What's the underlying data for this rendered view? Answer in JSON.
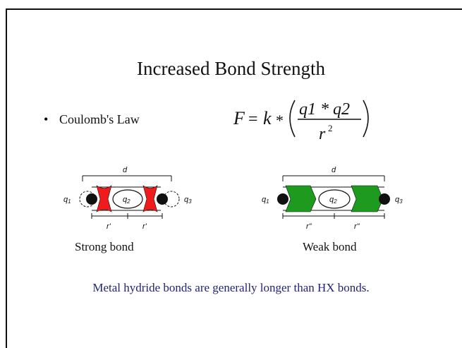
{
  "slide": {
    "title": "Increased Bond Strength",
    "bullet": "Coulomb's Law",
    "formula": {
      "lhs": "F",
      "eq": "=",
      "k": "k",
      "times": "*",
      "numerator": "q1 * q2",
      "denominator": "r",
      "exponent": "2"
    },
    "strong": {
      "d_label": "d",
      "q1": "q",
      "q1_sub": "1",
      "q2": "q",
      "q2_sub": "2",
      "q3": "q",
      "q3_sub": "3",
      "r_left": "r'",
      "r_right": "r'",
      "caption": "Strong bond",
      "color": "#ee1c1c"
    },
    "weak": {
      "d_label": "d",
      "q1": "q",
      "q1_sub": "1",
      "q2": "q",
      "q2_sub": "2",
      "q3": "q",
      "q3_sub": "3",
      "r_left": "r\"",
      "r_right": "r\"",
      "caption": "Weak bond",
      "color": "#1e9b1e"
    },
    "conclusion": "Metal hydride bonds are generally longer than HX bonds.",
    "conclusion_color": "#22227a"
  }
}
